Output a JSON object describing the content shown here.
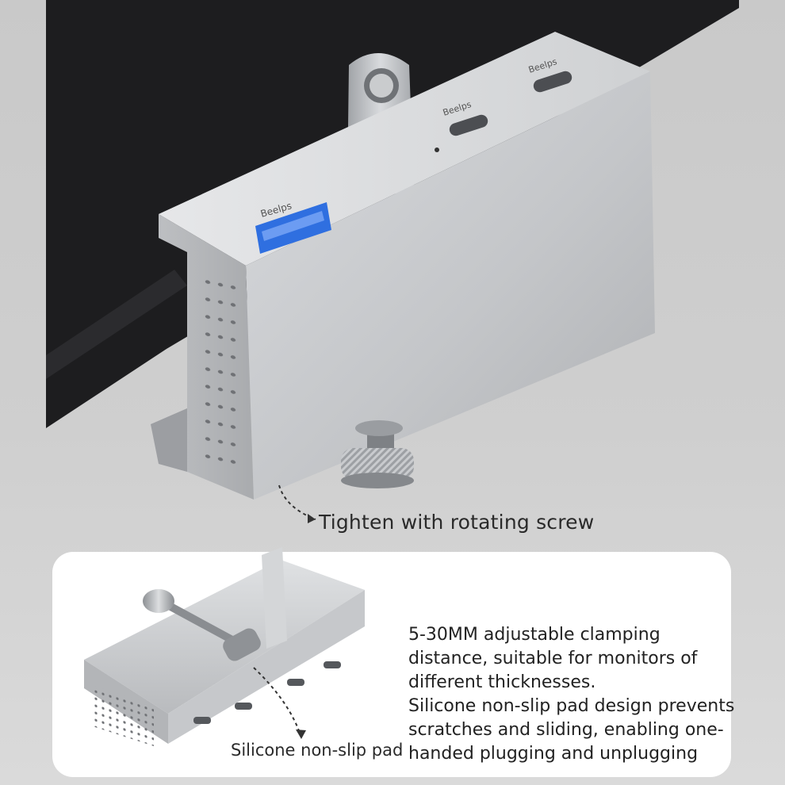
{
  "callouts": {
    "screw": "Tighten with rotating screw",
    "pad": "Silicone non-slip pad"
  },
  "features": [
    {
      "lines": [
        "5-30MM adjustable clamping",
        "distance, suitable for monitors of",
        "different thicknesses."
      ]
    },
    {
      "lines": [
        "Silicone non-slip pad design prevents",
        "scratches and sliding, enabling one-",
        "handed plugging and unplugging"
      ]
    }
  ],
  "port_labels": {
    "usb_a": "Beelps",
    "usb_c_1": "Beelps",
    "usb_c_2": "Beelps"
  },
  "colors": {
    "monitor": "#1d1d1f",
    "aluminum": "#cfd1d4",
    "usb_blue": "#2f6fe0",
    "card": "#ffffff"
  }
}
